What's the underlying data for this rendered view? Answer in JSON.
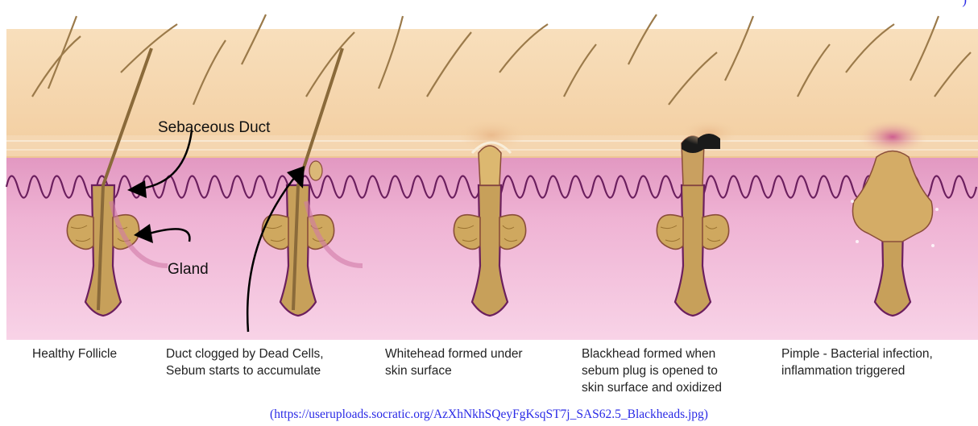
{
  "header_link": {
    "paren": ")"
  },
  "diagram": {
    "labels": {
      "sebaceous_duct": "Sebaceous Duct",
      "gland": "Gland"
    },
    "stages": [
      {
        "line1": "Healthy Follicle",
        "line2": "",
        "line3": ""
      },
      {
        "line1": "Duct clogged by Dead Cells,",
        "line2": "Sebum starts to accumulate",
        "line3": ""
      },
      {
        "line1": "Whitehead formed under",
        "line2": "skin surface",
        "line3": ""
      },
      {
        "line1": "Blackhead formed when",
        "line2": "sebum plug is opened to",
        "line3": "skin surface and oxidized"
      },
      {
        "line1": "Pimple - Bacterial infection,",
        "line2": "inflammation triggered",
        "line3": ""
      }
    ],
    "colors": {
      "epidermis": "#f5d7b0",
      "dermis_top": "#e7a3c8",
      "dermis": "#f6c9e2",
      "follicle": "#c8a15a",
      "follicle_outline": "#6b1f5e",
      "hair": "#8a6a3a",
      "blackhead": "#1a1a1a",
      "inflammation": "#c0548e"
    }
  },
  "source_text": "(https://useruploads.socratic.org/AzXhNkhSQeyFgKsqST7j_SAS62.5_Blackheads.jpg)"
}
